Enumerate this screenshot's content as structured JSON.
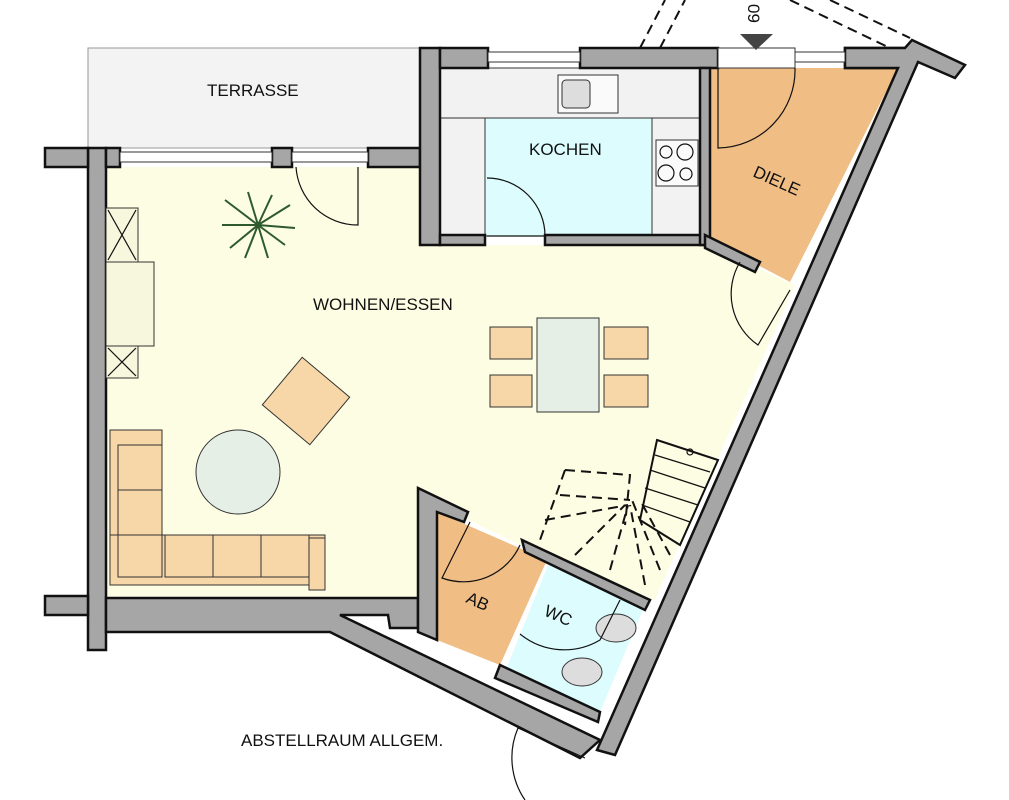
{
  "rooms": {
    "terrace": "TERRASSE",
    "kitchen": "KOCHEN",
    "hall": "DIELE",
    "living": "WOHNEN/ESSEN",
    "storage": "AB",
    "toilet": "WC",
    "common_storage": "ABSTELLRAUM ALLGEM."
  },
  "entrance_marker": "09",
  "colors": {
    "living": "#fdfde3",
    "hall": "#f0bd84",
    "kitchen_island": "#dcfcfd",
    "toilet": "#dcfcfd",
    "wall": "#a6a6a6",
    "terrace": "#f3f3f3"
  }
}
